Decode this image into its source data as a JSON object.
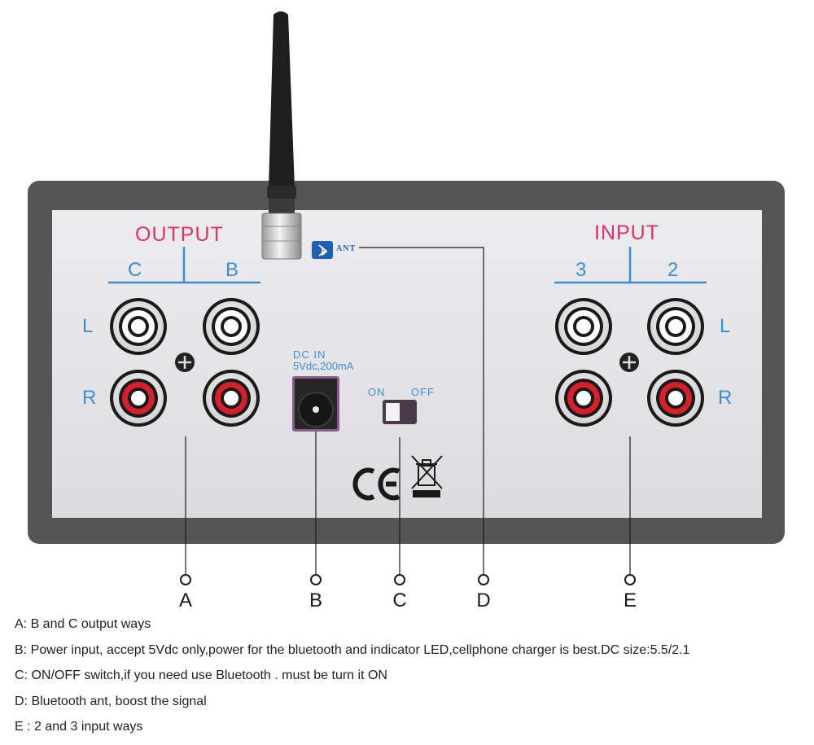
{
  "panel": {
    "output_title": "OUTPUT",
    "output_channels": [
      "C",
      "B"
    ],
    "input_title": "INPUT",
    "input_channels": [
      "3",
      "2"
    ],
    "side_left": "L",
    "side_right": "R",
    "dc_line1": "DC IN",
    "dc_line2": "5Vdc,200mA",
    "switch_on": "ON",
    "switch_off": "OFF",
    "ant_label": "ANT",
    "ce_mark": "CE"
  },
  "callouts": [
    "A",
    "B",
    "C",
    "D",
    "E"
  ],
  "notes": [
    "A: B and C output ways",
    "B: Power input, accept 5Vdc only,power for the bluetooth and indicator LED,cellphone charger is best.DC size:5.5/2.1",
    "C: ON/OFF switch,if you need use Bluetooth . must be turn it ON",
    "D: Bluetooth ant, boost the signal",
    "E : 2 and 3 input ways"
  ],
  "colors": {
    "frame": "#555555",
    "plate": "#e4e4e6",
    "label_pink": "#e0306a",
    "label_blue": "#3a8fd4",
    "jack_red": "#d8202a",
    "bluetooth_badge": "#1f5fb8"
  },
  "icons": [
    "antenna-icon",
    "bluetooth-icon",
    "ground-screw-icon",
    "dc-jack-icon",
    "toggle-switch-icon",
    "weee-bin-icon"
  ]
}
